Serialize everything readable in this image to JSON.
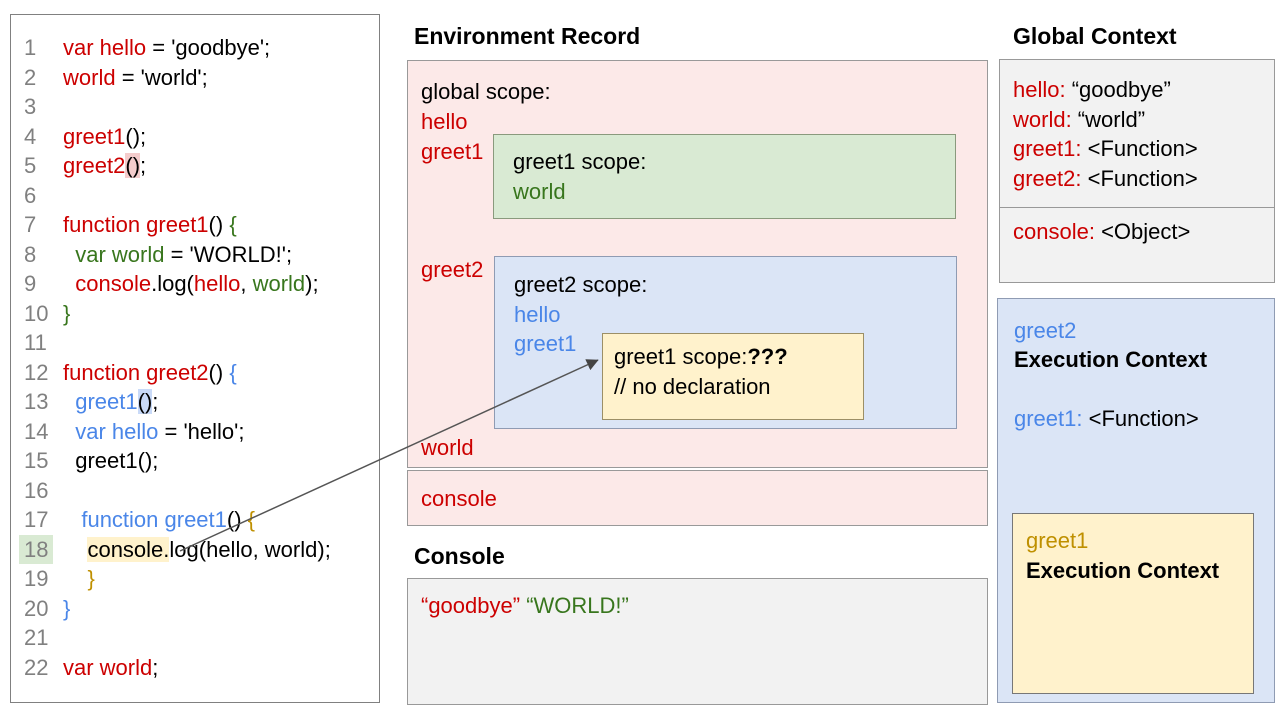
{
  "palette": {
    "red": "#cc0000",
    "green": "#38761d",
    "blue": "#4a86e8",
    "gold": "#bf9000",
    "pink_bg": "#fce9e8",
    "green_bg": "#d9ead3",
    "blue_bg": "#dbe5f6",
    "yellow_bg": "#fff2cc",
    "gray_bg": "#f2f2f2"
  },
  "code_panel": {
    "lines": [
      {
        "num": "1",
        "tokens": [
          {
            "t": "var hello",
            "c": "red"
          },
          {
            "t": " = 'goodbye';",
            "c": "ink"
          }
        ]
      },
      {
        "num": "2",
        "tokens": [
          {
            "t": "world",
            "c": "red"
          },
          {
            "t": " = 'world';",
            "c": "ink"
          }
        ]
      },
      {
        "num": "3",
        "tokens": []
      },
      {
        "num": "4",
        "tokens": [
          {
            "t": "greet1",
            "c": "red"
          },
          {
            "t": "();",
            "c": "ink"
          }
        ]
      },
      {
        "num": "5",
        "tokens": [
          {
            "t": "greet2",
            "c": "red"
          },
          {
            "t": "()",
            "c": "ink",
            "hl": "pink"
          },
          {
            "t": ";",
            "c": "ink"
          }
        ]
      },
      {
        "num": "6",
        "tokens": []
      },
      {
        "num": "7",
        "tokens": [
          {
            "t": "function greet1",
            "c": "red"
          },
          {
            "t": "() ",
            "c": "ink"
          },
          {
            "t": "{",
            "c": "green"
          }
        ]
      },
      {
        "num": "8",
        "tokens": [
          {
            "t": "  ",
            "c": "ink"
          },
          {
            "t": "var world",
            "c": "green"
          },
          {
            "t": " = 'WORLD!';",
            "c": "ink"
          }
        ]
      },
      {
        "num": "9",
        "tokens": [
          {
            "t": "  ",
            "c": "ink"
          },
          {
            "t": "console",
            "c": "red"
          },
          {
            "t": ".log(",
            "c": "ink"
          },
          {
            "t": "hello",
            "c": "red"
          },
          {
            "t": ", ",
            "c": "ink"
          },
          {
            "t": "world",
            "c": "green"
          },
          {
            "t": ");",
            "c": "ink"
          }
        ]
      },
      {
        "num": "10",
        "tokens": [
          {
            "t": "}",
            "c": "green"
          }
        ]
      },
      {
        "num": "11",
        "tokens": []
      },
      {
        "num": "12",
        "tokens": [
          {
            "t": "function greet2",
            "c": "red"
          },
          {
            "t": "() ",
            "c": "ink"
          },
          {
            "t": "{",
            "c": "blue"
          }
        ]
      },
      {
        "num": "13",
        "tokens": [
          {
            "t": "  ",
            "c": "ink"
          },
          {
            "t": "greet1",
            "c": "blue"
          },
          {
            "t": "()",
            "c": "ink",
            "hl": "lblue"
          },
          {
            "t": ";",
            "c": "ink"
          }
        ]
      },
      {
        "num": "14",
        "tokens": [
          {
            "t": "  ",
            "c": "ink"
          },
          {
            "t": "var hello",
            "c": "blue"
          },
          {
            "t": " = 'hello';",
            "c": "ink"
          }
        ]
      },
      {
        "num": "15",
        "tokens": [
          {
            "t": "  ",
            "c": "ink"
          },
          {
            "t": "greet1();",
            "c": "ink"
          }
        ]
      },
      {
        "num": "16",
        "tokens": []
      },
      {
        "num": "17",
        "tokens": [
          {
            "t": "   ",
            "c": "ink"
          },
          {
            "t": "function greet1",
            "c": "blue"
          },
          {
            "t": "() ",
            "c": "ink"
          },
          {
            "t": "{",
            "c": "gold"
          }
        ]
      },
      {
        "num": "18",
        "num_hl": "green",
        "tokens": [
          {
            "t": "    ",
            "c": "ink"
          },
          {
            "t": "console.",
            "c": "ink",
            "hl": "lyellow"
          },
          {
            "t": "log(hello, world);",
            "c": "ink"
          }
        ]
      },
      {
        "num": "19",
        "tokens": [
          {
            "t": "    ",
            "c": "ink"
          },
          {
            "t": "}",
            "c": "gold"
          }
        ]
      },
      {
        "num": "20",
        "tokens": [
          {
            "t": "}",
            "c": "blue"
          }
        ]
      },
      {
        "num": "21",
        "tokens": []
      },
      {
        "num": "22",
        "tokens": [
          {
            "t": "var world",
            "c": "red"
          },
          {
            "t": ";",
            "c": "ink"
          }
        ]
      }
    ]
  },
  "environment_record": {
    "title": "Environment Record",
    "global_scope_label": "global scope:",
    "label_hello": "hello",
    "label_greet1": "greet1",
    "label_greet2": "greet2",
    "label_world": "world",
    "label_console": "console",
    "greet1_scope": {
      "title": "greet1 scope:",
      "var1": "world"
    },
    "greet2_scope": {
      "title": "greet2 scope:",
      "var1": "hello",
      "var2": "greet1"
    },
    "greet1_inner_scope": {
      "title": "greet1 scope:",
      "unknown": "???",
      "comment": "// no declaration"
    }
  },
  "console_panel": {
    "title": "Console",
    "output": [
      {
        "t": "“goodbye”",
        "c": "red"
      },
      {
        "t": " ",
        "c": "ink"
      },
      {
        "t": "“WORLD!”",
        "c": "green"
      }
    ]
  },
  "global_context": {
    "title": "Global Context",
    "entries": [
      {
        "key": "hello:",
        "value": " “goodbye”"
      },
      {
        "key": "world:",
        "value": " “world”"
      },
      {
        "key": "greet1:",
        "value": " <Function>"
      },
      {
        "key": "greet2:",
        "value": " <Function>"
      }
    ],
    "console_entry": {
      "key": "console:",
      "value": " <Object>"
    }
  },
  "greet2_context": {
    "name": "greet2",
    "subtitle": "Execution Context",
    "entry": {
      "key": "greet1:",
      "value": " <Function>"
    }
  },
  "greet1_context": {
    "name": "greet1",
    "subtitle": "Execution Context"
  }
}
